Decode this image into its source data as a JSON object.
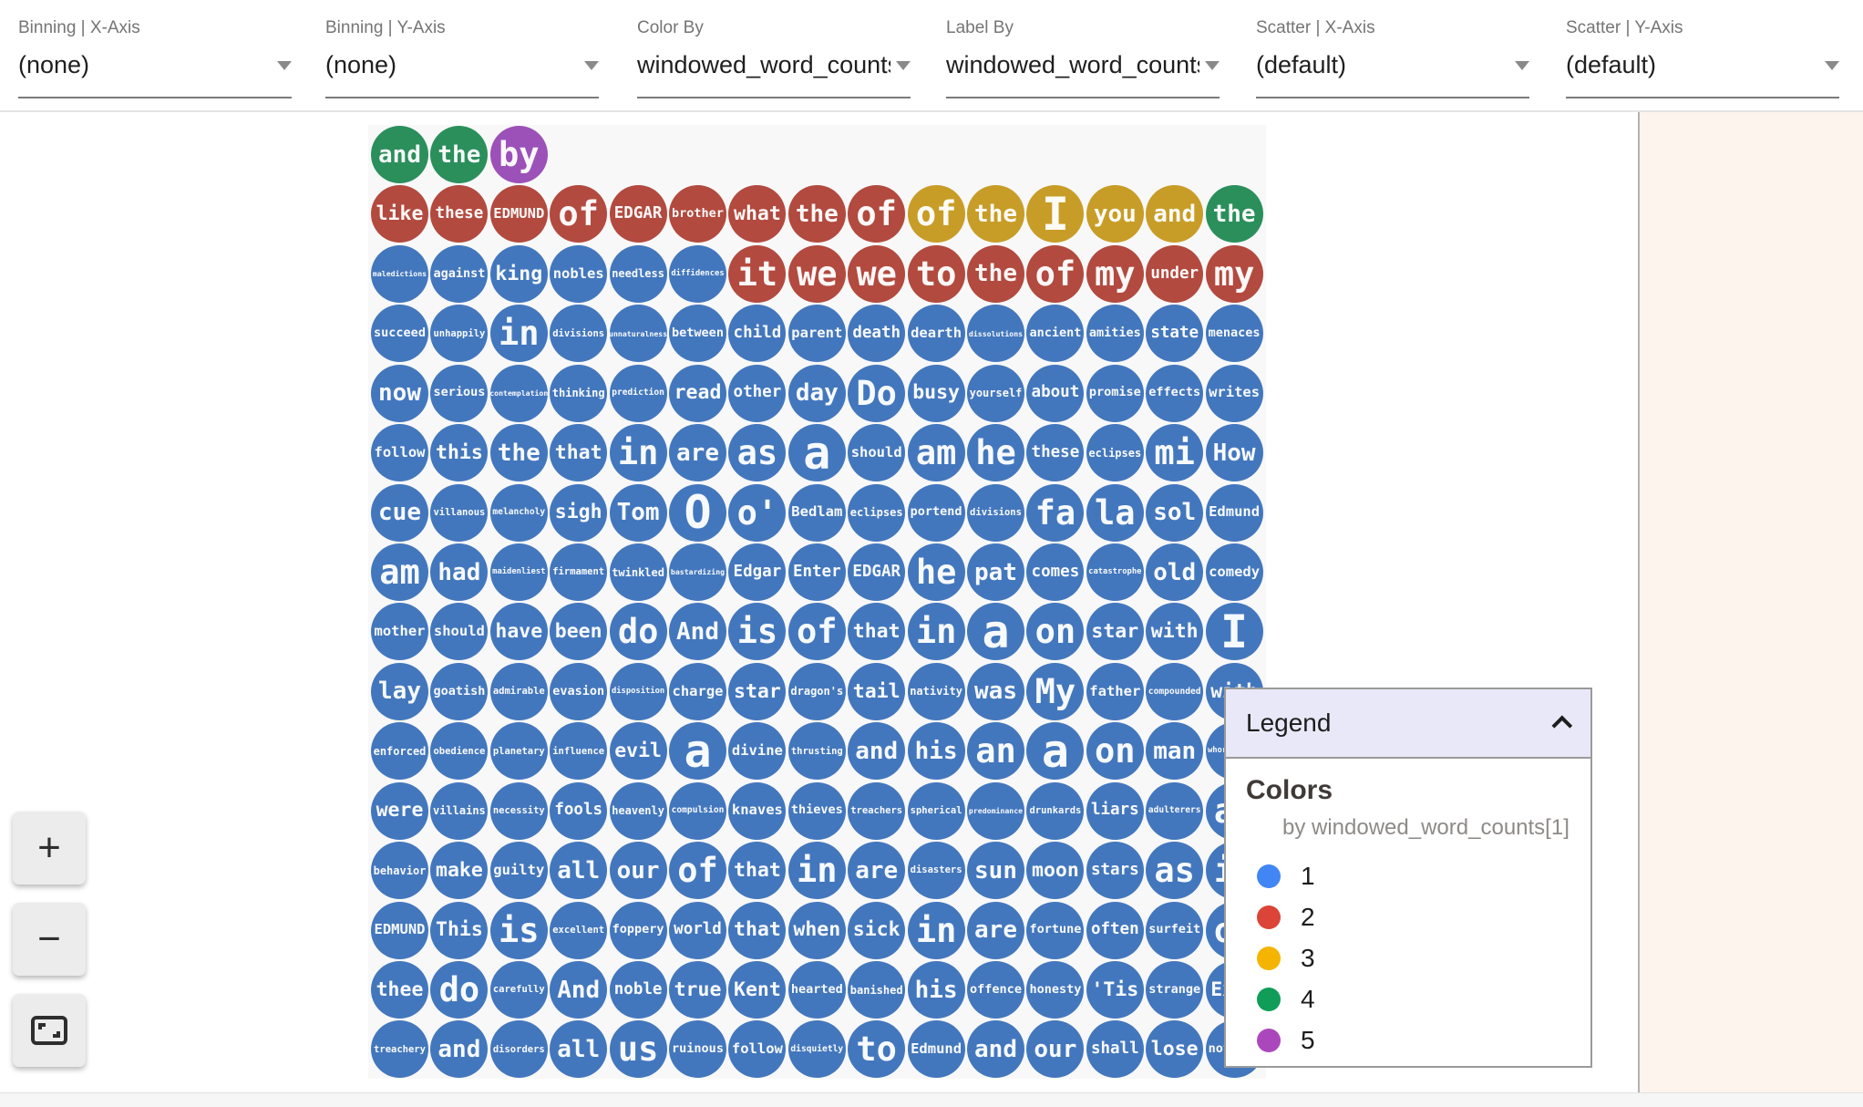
{
  "toolbar": {
    "controls": [
      {
        "label": "Binning | X-Axis",
        "value": "(none)"
      },
      {
        "label": "Binning | Y-Axis",
        "value": "(none)"
      },
      {
        "label": "Color By",
        "value": "windowed_word_counts"
      },
      {
        "label": "Label By",
        "value": "windowed_word_counts"
      },
      {
        "label": "Scatter | X-Axis",
        "value": "(default)"
      },
      {
        "label": "Scatter | Y-Axis",
        "value": "(default)"
      }
    ]
  },
  "canvas": {
    "palette": {
      "1": "#4377bd",
      "2": "#b24a3f",
      "3": "#c89d27",
      "4": "#2b8f5c",
      "5": "#9c51b8"
    },
    "rows": [
      [
        [
          "and",
          4
        ],
        [
          "the",
          4
        ],
        [
          "by",
          5
        ]
      ],
      [
        [
          "like",
          2
        ],
        [
          "these",
          2
        ],
        [
          "EDMUND",
          2
        ],
        [
          "of",
          2
        ],
        [
          "EDGAR",
          2
        ],
        [
          "brother",
          2
        ],
        [
          "what",
          2
        ],
        [
          "the",
          2
        ],
        [
          "of",
          2
        ],
        [
          "of",
          3
        ],
        [
          "the",
          3
        ],
        [
          "I",
          3
        ],
        [
          "you",
          3
        ],
        [
          "and",
          3
        ],
        [
          "the",
          4
        ]
      ],
      [
        [
          "maledictions",
          1
        ],
        [
          "against",
          1
        ],
        [
          "king",
          1
        ],
        [
          "nobles",
          1
        ],
        [
          "needless",
          1
        ],
        [
          "diffidences",
          1
        ],
        [
          "it",
          2
        ],
        [
          "we",
          2
        ],
        [
          "we",
          2
        ],
        [
          "to",
          2
        ],
        [
          "the",
          2
        ],
        [
          "of",
          2
        ],
        [
          "my",
          2
        ],
        [
          "under",
          2
        ],
        [
          "my",
          2
        ]
      ],
      [
        [
          "succeed",
          1
        ],
        [
          "unhappily",
          1
        ],
        [
          "in",
          1
        ],
        [
          "divisions",
          1
        ],
        [
          "unnaturalness",
          1
        ],
        [
          "between",
          1
        ],
        [
          "child",
          1
        ],
        [
          "parent",
          1
        ],
        [
          "death",
          1
        ],
        [
          "dearth",
          1
        ],
        [
          "dissolutions",
          1
        ],
        [
          "ancient",
          1
        ],
        [
          "amities",
          1
        ],
        [
          "state",
          1
        ],
        [
          "menaces",
          1
        ]
      ],
      [
        [
          "now",
          1
        ],
        [
          "serious",
          1
        ],
        [
          "contemplation",
          1
        ],
        [
          "thinking",
          1
        ],
        [
          "prediction",
          1
        ],
        [
          "read",
          1
        ],
        [
          "other",
          1
        ],
        [
          "day",
          1
        ],
        [
          "Do",
          1
        ],
        [
          "busy",
          1
        ],
        [
          "yourself",
          1
        ],
        [
          "about",
          1
        ],
        [
          "promise",
          1
        ],
        [
          "effects",
          1
        ],
        [
          "writes",
          1
        ]
      ],
      [
        [
          "follow",
          1
        ],
        [
          "this",
          1
        ],
        [
          "the",
          1
        ],
        [
          "that",
          1
        ],
        [
          "in",
          1
        ],
        [
          "are",
          1
        ],
        [
          "as",
          1
        ],
        [
          "a",
          1
        ],
        [
          "should",
          1
        ],
        [
          "am",
          1
        ],
        [
          "he",
          1
        ],
        [
          "these",
          1
        ],
        [
          "eclipses",
          1
        ],
        [
          "mi",
          1
        ],
        [
          "How",
          1
        ]
      ],
      [
        [
          "cue",
          1
        ],
        [
          "villanous",
          1
        ],
        [
          "melancholy",
          1
        ],
        [
          "sigh",
          1
        ],
        [
          "Tom",
          1
        ],
        [
          "O",
          1
        ],
        [
          "o'",
          1
        ],
        [
          "Bedlam",
          1
        ],
        [
          "eclipses",
          1
        ],
        [
          "portend",
          1
        ],
        [
          "divisions",
          1
        ],
        [
          "fa",
          1
        ],
        [
          "la",
          1
        ],
        [
          "sol",
          1
        ],
        [
          "Edmund",
          1
        ]
      ],
      [
        [
          "am",
          1
        ],
        [
          "had",
          1
        ],
        [
          "maidenliest",
          1
        ],
        [
          "firmament",
          1
        ],
        [
          "twinkled",
          1
        ],
        [
          "bastardizing",
          1
        ],
        [
          "Edgar",
          1
        ],
        [
          "Enter",
          1
        ],
        [
          "EDGAR",
          1
        ],
        [
          "he",
          1
        ],
        [
          "pat",
          1
        ],
        [
          "comes",
          1
        ],
        [
          "catastrophe",
          1
        ],
        [
          "old",
          1
        ],
        [
          "comedy",
          1
        ]
      ],
      [
        [
          "mother",
          1
        ],
        [
          "should",
          1
        ],
        [
          "have",
          1
        ],
        [
          "been",
          1
        ],
        [
          "do",
          1
        ],
        [
          "And",
          1
        ],
        [
          "is",
          1
        ],
        [
          "of",
          1
        ],
        [
          "that",
          1
        ],
        [
          "in",
          1
        ],
        [
          "a",
          1
        ],
        [
          "on",
          1
        ],
        [
          "star",
          1
        ],
        [
          "with",
          1
        ],
        [
          "I",
          1
        ]
      ],
      [
        [
          "lay",
          1
        ],
        [
          "goatish",
          1
        ],
        [
          "admirable",
          1
        ],
        [
          "evasion",
          1
        ],
        [
          "disposition",
          1
        ],
        [
          "charge",
          1
        ],
        [
          "star",
          1
        ],
        [
          "dragon's",
          1
        ],
        [
          "tail",
          1
        ],
        [
          "nativity",
          1
        ],
        [
          "was",
          1
        ],
        [
          "My",
          1
        ],
        [
          "father",
          1
        ],
        [
          "compounded",
          1
        ],
        [
          "with",
          1
        ]
      ],
      [
        [
          "enforced",
          1
        ],
        [
          "obedience",
          1
        ],
        [
          "planetary",
          1
        ],
        [
          "influence",
          1
        ],
        [
          "evil",
          1
        ],
        [
          "a",
          1
        ],
        [
          "divine",
          1
        ],
        [
          "thrusting",
          1
        ],
        [
          "and",
          1
        ],
        [
          "his",
          1
        ],
        [
          "an",
          1
        ],
        [
          "a",
          1
        ],
        [
          "on",
          1
        ],
        [
          "man",
          1
        ],
        [
          "whoremaster",
          1
        ]
      ],
      [
        [
          "were",
          1
        ],
        [
          "villains",
          1
        ],
        [
          "necessity",
          1
        ],
        [
          "fools",
          1
        ],
        [
          "heavenly",
          1
        ],
        [
          "compulsion",
          1
        ],
        [
          "knaves",
          1
        ],
        [
          "thieves",
          1
        ],
        [
          "treachers",
          1
        ],
        [
          "spherical",
          1
        ],
        [
          "predominance",
          1
        ],
        [
          "drunkards",
          1
        ],
        [
          "liars",
          1
        ],
        [
          "adulterers",
          1
        ],
        [
          "an",
          1
        ]
      ],
      [
        [
          "behavior",
          1
        ],
        [
          "make",
          1
        ],
        [
          "guilty",
          1
        ],
        [
          "all",
          1
        ],
        [
          "our",
          1
        ],
        [
          "of",
          1
        ],
        [
          "that",
          1
        ],
        [
          "in",
          1
        ],
        [
          "are",
          1
        ],
        [
          "disasters",
          1
        ],
        [
          "sun",
          1
        ],
        [
          "moon",
          1
        ],
        [
          "stars",
          1
        ],
        [
          "as",
          1
        ],
        [
          "if",
          1
        ]
      ],
      [
        [
          "EDMUND",
          1
        ],
        [
          "This",
          1
        ],
        [
          "is",
          1
        ],
        [
          "excellent",
          1
        ],
        [
          "foppery",
          1
        ],
        [
          "world",
          1
        ],
        [
          "that",
          1
        ],
        [
          "when",
          1
        ],
        [
          "sick",
          1
        ],
        [
          "in",
          1
        ],
        [
          "are",
          1
        ],
        [
          "fortune",
          1
        ],
        [
          "often",
          1
        ],
        [
          "surfeit",
          1
        ],
        [
          "of",
          1
        ]
      ],
      [
        [
          "thee",
          1
        ],
        [
          "do",
          1
        ],
        [
          "carefully",
          1
        ],
        [
          "And",
          1
        ],
        [
          "noble",
          1
        ],
        [
          "true",
          1
        ],
        [
          "Kent",
          1
        ],
        [
          "hearted",
          1
        ],
        [
          "banished",
          1
        ],
        [
          "his",
          1
        ],
        [
          "offence",
          1
        ],
        [
          "honesty",
          1
        ],
        [
          "'Tis",
          1
        ],
        [
          "strange",
          1
        ],
        [
          "Exit",
          1
        ]
      ],
      [
        [
          "treachery",
          1
        ],
        [
          "and",
          1
        ],
        [
          "disorders",
          1
        ],
        [
          "all",
          1
        ],
        [
          "us",
          1
        ],
        [
          "ruinous",
          1
        ],
        [
          "follow",
          1
        ],
        [
          "disquietly",
          1
        ],
        [
          "to",
          1
        ],
        [
          "Edmund",
          1
        ],
        [
          "and",
          1
        ],
        [
          "our",
          1
        ],
        [
          "shall",
          1
        ],
        [
          "lose",
          1
        ],
        [
          "nothing",
          1
        ]
      ]
    ]
  },
  "legend": {
    "title": "Legend",
    "section": "Colors",
    "subtitle": "by windowed_word_counts[1]",
    "items": [
      {
        "label": "1",
        "color": "#4285f4"
      },
      {
        "label": "2",
        "color": "#db4437"
      },
      {
        "label": "3",
        "color": "#f4b400"
      },
      {
        "label": "4",
        "color": "#0f9d58"
      },
      {
        "label": "5",
        "color": "#ab47bc"
      }
    ]
  },
  "zoom_controls": {
    "zoom_in_label": "+",
    "zoom_out_label": "−",
    "fit_icon": "fit-screen-icon"
  }
}
